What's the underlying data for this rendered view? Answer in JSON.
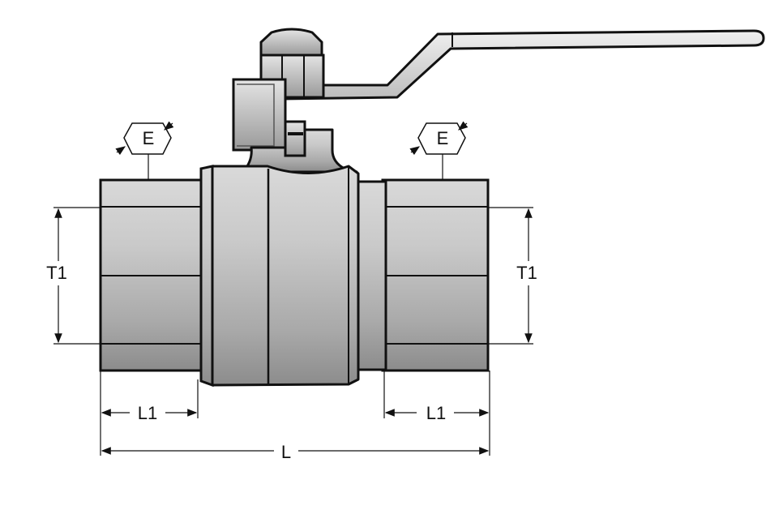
{
  "labels": {
    "hex_left": "E",
    "hex_right": "E",
    "thread_left": "T1",
    "thread_right": "T1",
    "thread_len_left": "L1",
    "thread_len_right": "L1",
    "overall_len": "L"
  },
  "colors": {
    "body_light": "#e2e2e2",
    "body_mid": "#b8b8b8",
    "body_dark": "#8e8e8e",
    "handle": "#d6d6d6",
    "line": "#111111"
  }
}
